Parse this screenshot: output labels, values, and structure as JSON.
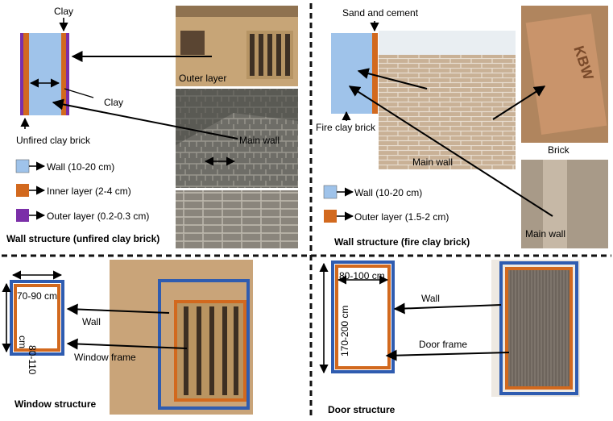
{
  "colors": {
    "wall": "#9fc3ea",
    "inner": "#d2691e",
    "outer": "#7b2fa8",
    "frame_blue": "#2f5cb0",
    "photo_clay": "#c7a577",
    "photo_stone": "#6b6b66",
    "photo_brick": "#c2a98d"
  },
  "icons": {
    "arrow": "arrow-right-icon",
    "double_arrow": "double-arrow-icon"
  },
  "unfired": {
    "label_top": "Clay",
    "label_mid": "Clay",
    "label_bottom": "Unfired clay brick",
    "photo_outer_label": "Outer layer",
    "photo_main_label": "Main wall",
    "legend": [
      "Wall (10-20 cm)",
      "Inner layer (2-4 cm)",
      "Outer layer (0.2-0.3 cm)"
    ],
    "title": "Wall structure (unfired clay brick)"
  },
  "fired": {
    "label_top": "Sand and cement",
    "label_brick": "Fire clay brick",
    "photo_main_label": "Main wall",
    "brick_label": "Brick",
    "brick_stamp": "KBW",
    "photo_main2_label": "Main wall",
    "legend": [
      "Wall (10-20 cm)",
      "Outer layer (1.5-2 cm)"
    ],
    "title": "Wall structure (fire clay brick)"
  },
  "window": {
    "width_label": "70-90 cm",
    "height_label_1": "80-110",
    "height_label_2": "cm",
    "wall_label": "Wall",
    "frame_label": "Window frame",
    "title": "Window structure"
  },
  "door": {
    "width_label": "80-100 cm",
    "height_label": "170-200 cm",
    "wall_label": "Wall",
    "frame_label": "Door frame",
    "title": "Door structure"
  }
}
